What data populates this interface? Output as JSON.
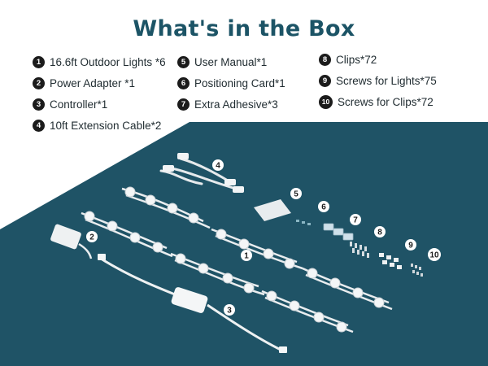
{
  "title": "What's in the Box",
  "items": [
    {
      "num": "1",
      "label": "16.6ft Outdoor Lights *6"
    },
    {
      "num": "2",
      "label": "Power Adapter *1"
    },
    {
      "num": "3",
      "label": "Controller*1"
    },
    {
      "num": "4",
      "label": "10ft Extension Cable*2"
    },
    {
      "num": "5",
      "label": "User Manual*1"
    },
    {
      "num": "6",
      "label": "Positioning Card*1"
    },
    {
      "num": "7",
      "label": "Extra Adhesive*3"
    },
    {
      "num": "8",
      "label": "Clips*72"
    },
    {
      "num": "9",
      "label": "Screws for Lights*75"
    },
    {
      "num": "10",
      "label": "Screws for Clips*72"
    }
  ],
  "colors": {
    "title": "#1c5466",
    "table_surface": "#1f5366",
    "badge": "#1b1b1b"
  }
}
